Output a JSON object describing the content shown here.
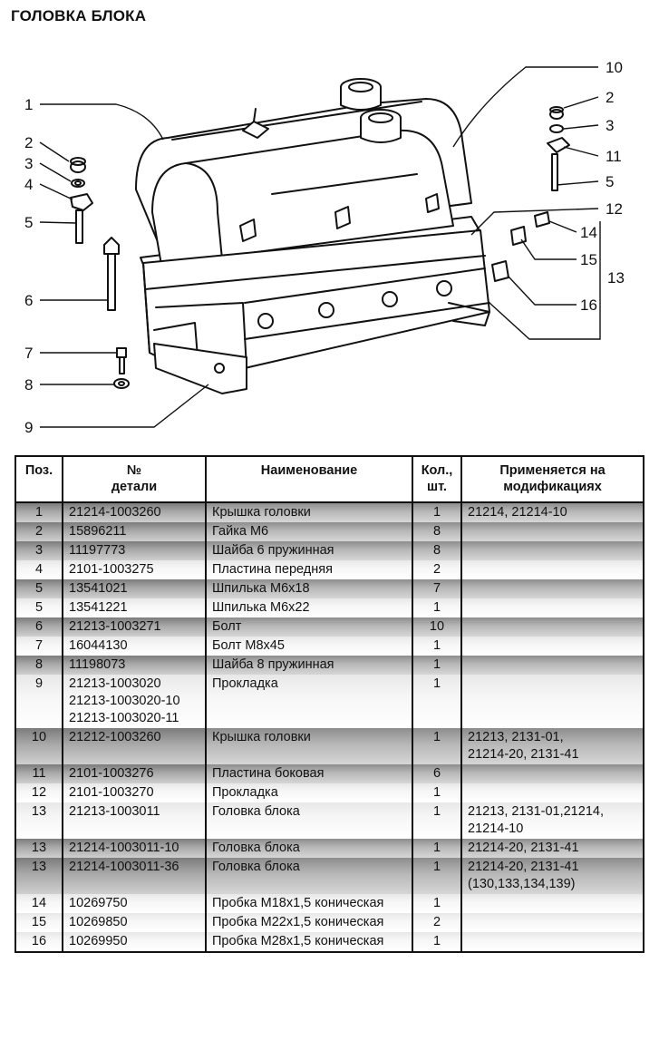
{
  "page": {
    "title": "ГОЛОВКА БЛОКА"
  },
  "callouts": [
    "1",
    "2",
    "3",
    "4",
    "5",
    "6",
    "7",
    "8",
    "9",
    "10",
    "2",
    "3",
    "11",
    "5",
    "12",
    "14",
    "15",
    "13",
    "16"
  ],
  "table": {
    "headers": {
      "pos": "Поз.",
      "part_no_line1": "№",
      "part_no_line2": "детали",
      "name": "Наименование",
      "qty_line1": "Кол.,",
      "qty_line2": "шт.",
      "applies_line1": "Применяется на",
      "applies_line2": "модификациях"
    },
    "rows": [
      {
        "pos": "1",
        "part_no": [
          "21214-1003260"
        ],
        "name": "Крышка головки",
        "qty": "1",
        "applies": [
          "21214, 21214-10"
        ]
      },
      {
        "pos": "2",
        "part_no": [
          "15896211"
        ],
        "name": "Гайка М6",
        "qty": "8",
        "applies": []
      },
      {
        "pos": "3",
        "part_no": [
          "11197773"
        ],
        "name": "Шайба 6 пружинная",
        "qty": "8",
        "applies": []
      },
      {
        "pos": "4",
        "part_no": [
          "2101-1003275"
        ],
        "name": "Пластина передняя",
        "qty": "2",
        "applies": []
      },
      {
        "pos": "5",
        "part_no": [
          "13541021"
        ],
        "name": "Шпилька М6х18",
        "qty": "7",
        "applies": []
      },
      {
        "pos": "5",
        "part_no": [
          "13541221"
        ],
        "name": "Шпилька М6х22",
        "qty": "1",
        "applies": []
      },
      {
        "pos": "6",
        "part_no": [
          "21213-1003271"
        ],
        "name": "Болт",
        "qty": "10",
        "applies": []
      },
      {
        "pos": "7",
        "part_no": [
          "16044130"
        ],
        "name": "Болт М8х45",
        "qty": "1",
        "applies": []
      },
      {
        "pos": "8",
        "part_no": [
          "11198073"
        ],
        "name": "Шайба 8 пружинная",
        "qty": "1",
        "applies": []
      },
      {
        "pos": "9",
        "part_no": [
          "21213-1003020",
          "21213-1003020-10",
          "21213-1003020-11"
        ],
        "name": "Прокладка",
        "qty": "1",
        "applies": []
      },
      {
        "pos": "10",
        "part_no": [
          "21212-1003260"
        ],
        "name": "Крышка головки",
        "qty": "1",
        "applies": [
          "21213, 2131-01,",
          "21214-20, 2131-41"
        ]
      },
      {
        "pos": "11",
        "part_no": [
          "2101-1003276"
        ],
        "name": "Пластина боковая",
        "qty": "6",
        "applies": []
      },
      {
        "pos": "12",
        "part_no": [
          "2101-1003270"
        ],
        "name": "Прокладка",
        "qty": "1",
        "applies": []
      },
      {
        "pos": "13",
        "part_no": [
          "21213-1003011"
        ],
        "name": "Головка блока",
        "qty": "1",
        "applies": [
          "21213, 2131-01,21214,",
          "21214-10"
        ]
      },
      {
        "pos": "13",
        "part_no": [
          "21214-1003011-10"
        ],
        "name": "Головка блока",
        "qty": "1",
        "applies": [
          "21214-20, 2131-41"
        ]
      },
      {
        "pos": "13",
        "part_no": [
          "21214-1003011-36"
        ],
        "name": "Головка блока",
        "qty": "1",
        "applies": [
          "21214-20, 2131-41",
          "(130,133,134,139)"
        ]
      },
      {
        "pos": "14",
        "part_no": [
          "10269750"
        ],
        "name": "Пробка М18х1,5 коническая",
        "qty": "1",
        "applies": []
      },
      {
        "pos": "15",
        "part_no": [
          "10269850"
        ],
        "name": "Пробка М22х1,5 коническая",
        "qty": "2",
        "applies": []
      },
      {
        "pos": "16",
        "part_no": [
          "10269950"
        ],
        "name": "Пробка М28х1,5 коническая",
        "qty": "1",
        "applies": []
      }
    ]
  },
  "colors": {
    "shade": "#a9a9a9",
    "ink": "#111111"
  }
}
